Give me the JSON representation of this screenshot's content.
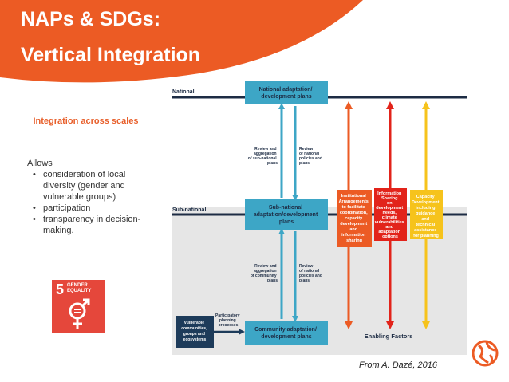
{
  "slide": {
    "title_line1": "NAPs & SDGs:",
    "title_line2": "Vertical Integration",
    "subheading": "Integration across scales",
    "allows_label": "Allows",
    "bullets": [
      "consideration of local diversity (gender and vulnerable groups)",
      "participation",
      "transparency in decision-making."
    ],
    "credit": "From A. Dazé, 2016"
  },
  "sdg_badge": {
    "number": "5",
    "line1": "GENDER",
    "line2": "EQUALITY",
    "icon": "gender-equality-icon",
    "color": "#e5473b"
  },
  "diagram": {
    "level_national": "National",
    "level_subnational": "Sub-national",
    "box_national": [
      "National adaptation/",
      "development plans"
    ],
    "box_subnational": [
      "Sub-national",
      "adaptation/development",
      "plans"
    ],
    "box_community": [
      "Community adaptation/",
      "development plans"
    ],
    "box_vulnerable": [
      "Vulnerable",
      "communities,",
      "groups and",
      "ecosystems"
    ],
    "label_participatory": [
      "Participatory",
      "planning",
      "processes"
    ],
    "label_review_up_top": [
      "Review and",
      "aggregation",
      "of sub-national",
      "plans"
    ],
    "label_review_down_top": [
      "Review",
      "of national",
      "policies and",
      "plans"
    ],
    "label_review_up_bottom": [
      "Review and",
      "aggregation",
      "of community",
      "plans"
    ],
    "label_review_down_bottom": [
      "Review",
      "of national",
      "policies and",
      "plans"
    ],
    "enabling_institutional": [
      "Institutional",
      "Arrangements",
      "to facilitate",
      "coordination,",
      "capacity",
      "development",
      "and",
      "information",
      "sharing"
    ],
    "enabling_information": [
      "Information",
      "Sharing",
      "on",
      "development",
      "needs,",
      "climate",
      "vulnerabilities",
      "and",
      "adaptation",
      "options"
    ],
    "enabling_capacity": [
      "Capacity",
      "Development",
      "including",
      "guidance",
      "and",
      "technical",
      "assistance",
      "for planning"
    ],
    "enabling_factors_label": "Enabling Factors",
    "colors": {
      "box_blue": "#3da6c6",
      "dark_navy": "#1d3b5a",
      "orange": "#ec5b24",
      "red": "#e2231a",
      "yellow": "#f6c31c",
      "gray_band": "#e6e6e6"
    }
  }
}
